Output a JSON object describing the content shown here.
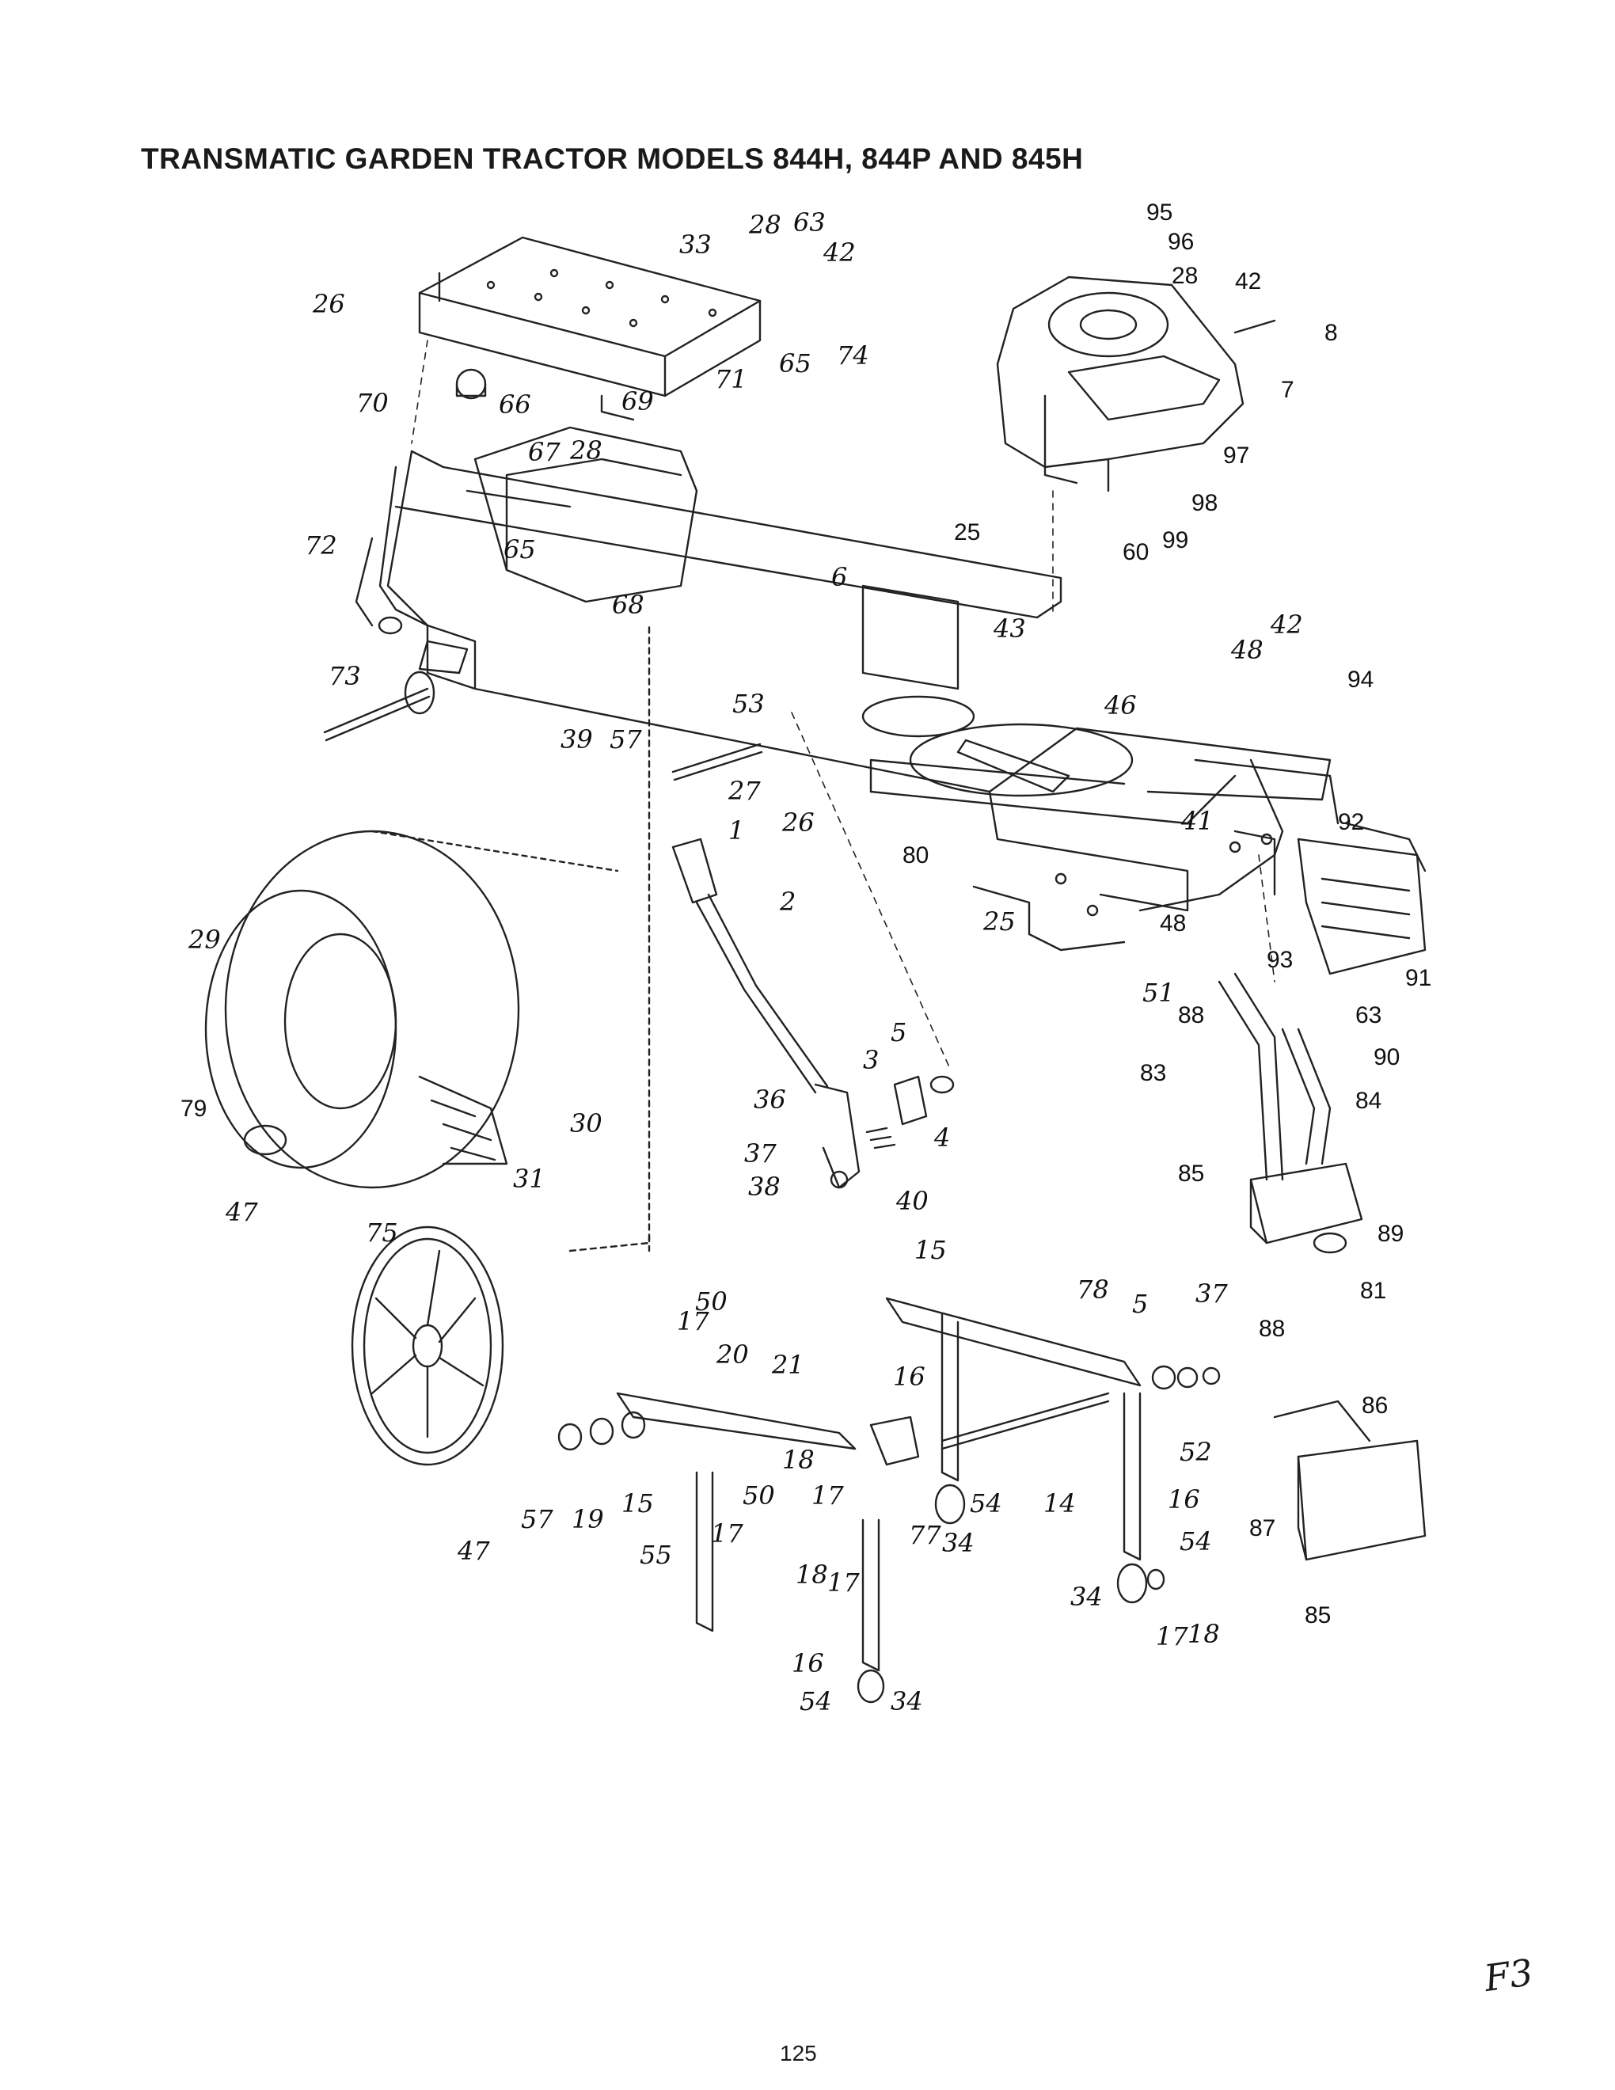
{
  "title": "TRANSMATIC GARDEN TRACTOR MODELS 844H, 844P AND 845H",
  "page_number": "125",
  "handwritten_mark": "F3",
  "callouts": [
    "95",
    "96",
    "28",
    "42",
    "8",
    "7",
    "97",
    "98",
    "99",
    "60",
    "25",
    "28",
    "63",
    "42",
    "33",
    "65",
    "74",
    "26",
    "71",
    "70",
    "66",
    "69",
    "67",
    "28",
    "65",
    "72",
    "73",
    "68",
    "39",
    "57",
    "6",
    "43",
    "53",
    "26",
    "27",
    "46",
    "48",
    "42",
    "94",
    "80",
    "41",
    "92",
    "25",
    "48",
    "93",
    "91",
    "51",
    "88",
    "63",
    "90",
    "83",
    "84",
    "85",
    "89",
    "81",
    "1",
    "2",
    "5",
    "3",
    "36",
    "4",
    "37",
    "38",
    "40",
    "29",
    "79",
    "30",
    "31",
    "47",
    "75",
    "47",
    "15",
    "78",
    "5",
    "37",
    "88",
    "86",
    "50",
    "17",
    "20",
    "21",
    "16",
    "52",
    "87",
    "85",
    "57",
    "19",
    "15",
    "18",
    "17",
    "50",
    "17",
    "77",
    "54",
    "34",
    "14",
    "16",
    "54",
    "55",
    "18",
    "17",
    "34",
    "17",
    "18",
    "16",
    "54",
    "34"
  ]
}
